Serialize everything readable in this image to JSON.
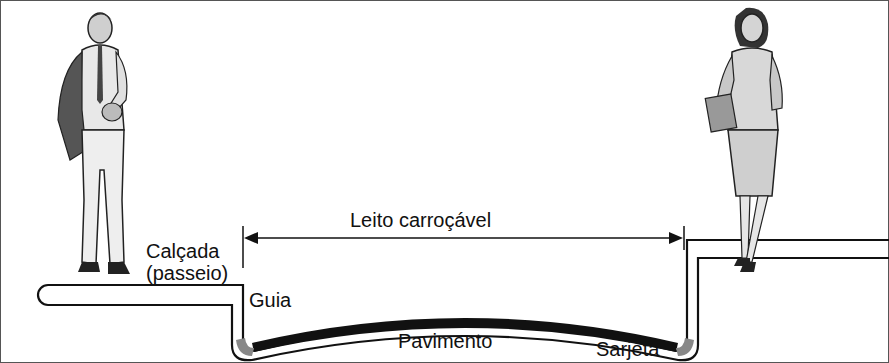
{
  "diagram": {
    "labels": [
      "Calçada (passeio)",
      "Leito carroçável",
      "Guia",
      "Pavimento",
      "Sarjeta"
    ]
  }
}
